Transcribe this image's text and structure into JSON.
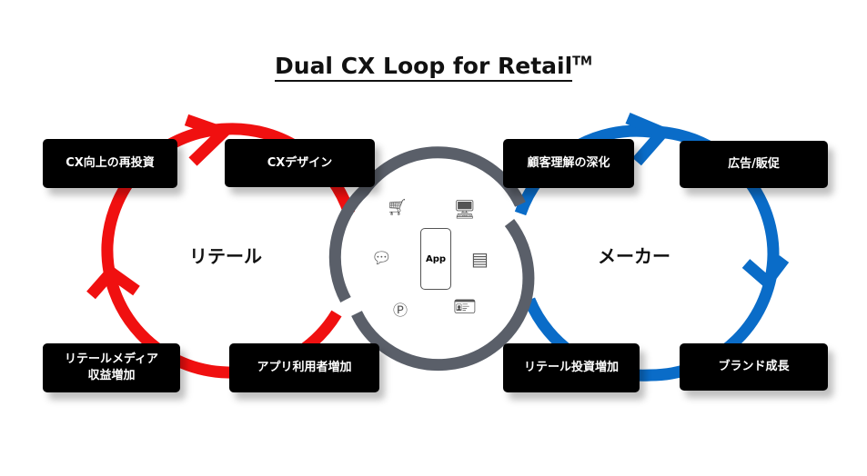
{
  "title": "Dual CX Loop for Retail",
  "trademark": "TM",
  "retail": {
    "label": "リテール",
    "color": "#f01010",
    "steps": [
      "CXデザイン",
      "アプリ利用者増加",
      "リテールメディア収益増加",
      "CX向上の再投資"
    ],
    "boxes": {
      "cx_design": "CXデザイン",
      "app_users": "アプリ利用者増加",
      "media_line1": "リテールメディア",
      "media_line2": "収益増加",
      "reinvest": "CX向上の再投資"
    }
  },
  "maker": {
    "label": "メーカー",
    "color": "#0a6cc8",
    "boxes": {
      "understanding": "顧客理解の深化",
      "promo": "広告/販促",
      "brand": "ブランド成長",
      "invest": "リテール投資増加"
    }
  },
  "center": {
    "label": "App",
    "ring_color": "#5a5f69",
    "icons": [
      "cart-icon",
      "monitor-cart-icon",
      "chat-icon",
      "webpage-icon",
      "points-coin-icon",
      "id-card-icon"
    ]
  }
}
